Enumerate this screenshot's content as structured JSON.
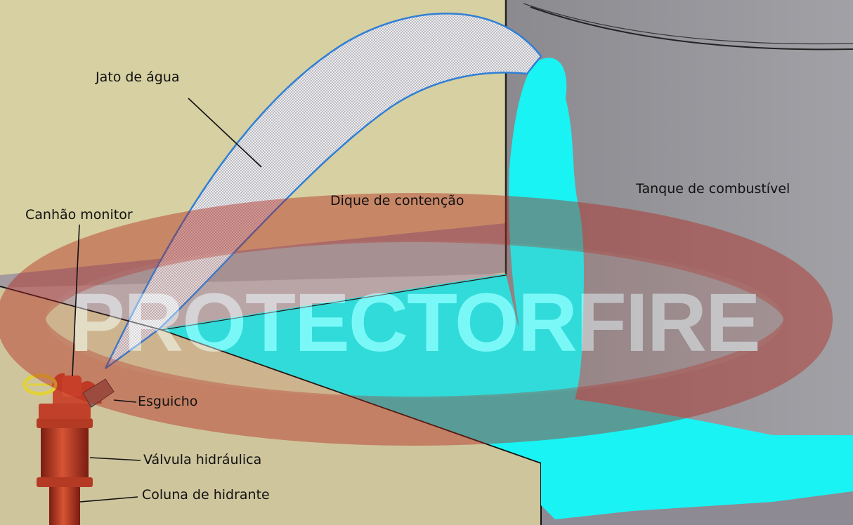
{
  "watermark": {
    "text": "PROTECTORFIRE",
    "colors": {
      "ellipse": "#b32318",
      "letters": "#ffffff"
    }
  },
  "labels": {
    "water_jet": "Jato de água",
    "monitor_cannon": "Canhão monitor",
    "containment_dike": "Dique de contenção",
    "fuel_tank": "Tanque de combustível",
    "nozzle": "Esguicho",
    "hydraulic_valve": "Válvula hidráulica",
    "hydrant_column": "Coluna de hidrante"
  },
  "colors": {
    "dike_wall": "#d6d0a2",
    "dike_floor": "#cfc59d",
    "tank": "#8f8e93",
    "water": "#19f3f3",
    "jet_outline": "#2f7fd6",
    "hydrant": "#d2462c",
    "handwheel": "#e2d23a",
    "leader_line": "#111111"
  }
}
